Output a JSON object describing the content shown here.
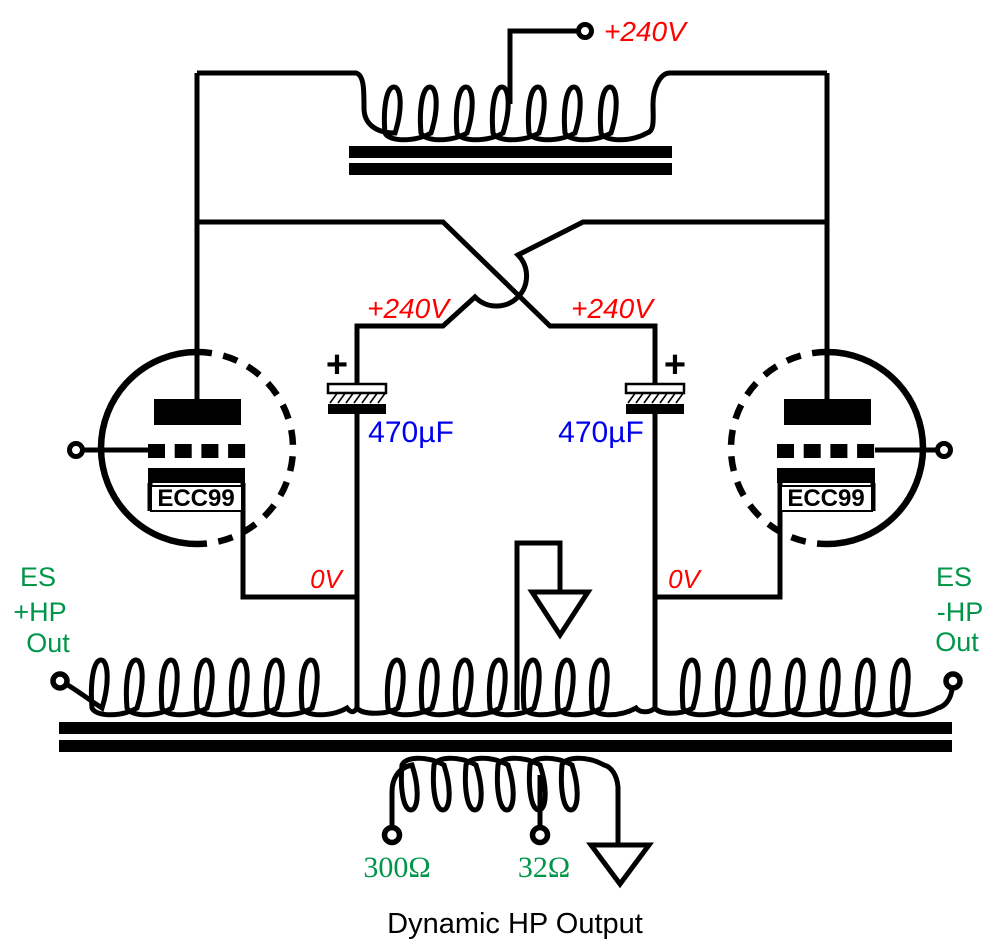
{
  "schematic": {
    "supply_label": "+240V",
    "rail_left_label": "+240V",
    "rail_right_label": "+240V",
    "cap_left_value": "470µF",
    "cap_right_value": "470µF",
    "cap_left_polarity": "+",
    "cap_right_polarity": "+",
    "node_left_label": "0V",
    "node_right_label": "0V",
    "tube_left_label": "ECC99",
    "tube_right_label": "ECC99",
    "output_left": {
      "line1": "ES",
      "line2": "+HP",
      "line3": "Out"
    },
    "output_right": {
      "line1": "ES",
      "line2": "-HP",
      "line3": "Out"
    },
    "tap_label_300": "300Ω",
    "tap_label_32": "32Ω",
    "caption": "Dynamic HP Output",
    "colors": {
      "voltage": "#ff0000",
      "capacitance": "#0000ee",
      "output": "#009649",
      "wire": "#000000"
    }
  }
}
